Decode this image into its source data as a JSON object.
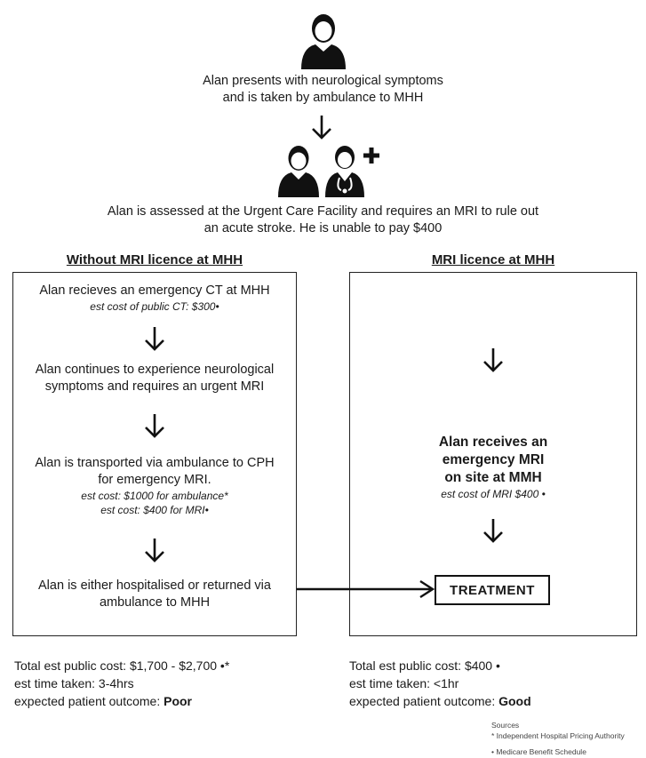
{
  "top": {
    "intro_line1": "Alan presents with neurological symptoms",
    "intro_line2": "and is taken by ambulance to MHH",
    "assess_line1": "Alan is assessed at the Urgent Care Facility and requires an MRI to rule out",
    "assess_line2": "an acute stroke. He is unable to pay $400"
  },
  "left": {
    "heading": "Without MRI licence at MHH",
    "step1_line1": "Alan recieves an emergency CT at MHH",
    "step1_cost": "est cost of public CT: $300•",
    "step2_line1": "Alan continues to experience neurological",
    "step2_line2": "symptoms and requires an urgent MRI",
    "step3_line1": "Alan is transported via ambulance to CPH",
    "step3_line2": "for emergency MRI.",
    "step3_cost1": "est cost: $1000 for ambulance*",
    "step3_cost2": "est cost: $400 for MRI•",
    "step4_line1": "Alan is either hospitalised or returned via",
    "step4_line2": "ambulance to MHH",
    "summary_cost": "Total est public cost: $1,700 - $2,700 •*",
    "summary_time": "est time taken: 3-4hrs",
    "summary_outcome_label": "expected patient outcome: ",
    "summary_outcome_value": "Poor"
  },
  "right": {
    "heading": "MRI licence at MHH",
    "main_line1": "Alan receives an",
    "main_line2": "emergency MRI",
    "main_line3": "on site at MMH",
    "main_cost": "est cost of MRI $400 •",
    "treatment": "TREATMENT",
    "summary_cost": "Total est public cost: $400 •",
    "summary_time": "est time taken: <1hr",
    "summary_outcome_label": "expected patient outcome: ",
    "summary_outcome_value": "Good"
  },
  "sources": {
    "title": "Sources",
    "item1": "* Independent Hospital Pricing Authority",
    "item2": "• Medicare Benefit Schedule"
  },
  "icons": [
    "patient-icon",
    "doctor-icon",
    "plus-icon",
    "arrow-down-icon",
    "arrow-right-icon"
  ]
}
